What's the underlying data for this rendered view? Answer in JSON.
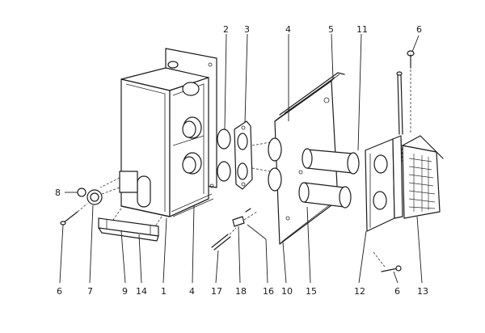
{
  "callouts": [
    {
      "id": "c2",
      "text": "2"
    },
    {
      "id": "c3",
      "text": "3"
    },
    {
      "id": "c4a",
      "text": "4"
    },
    {
      "id": "c5",
      "text": "5"
    },
    {
      "id": "c11",
      "text": "11"
    },
    {
      "id": "c6a",
      "text": "6"
    },
    {
      "id": "c8",
      "text": "8"
    },
    {
      "id": "c6b",
      "text": "6"
    },
    {
      "id": "c7",
      "text": "7"
    },
    {
      "id": "c9",
      "text": "9"
    },
    {
      "id": "c14",
      "text": "14"
    },
    {
      "id": "c1",
      "text": "1"
    },
    {
      "id": "c4b",
      "text": "4"
    },
    {
      "id": "c17",
      "text": "17"
    },
    {
      "id": "c18",
      "text": "18"
    },
    {
      "id": "c16",
      "text": "16"
    },
    {
      "id": "c10",
      "text": "10"
    },
    {
      "id": "c15",
      "text": "15"
    },
    {
      "id": "c12",
      "text": "12"
    },
    {
      "id": "c6c",
      "text": "6"
    },
    {
      "id": "c13",
      "text": "13"
    }
  ]
}
